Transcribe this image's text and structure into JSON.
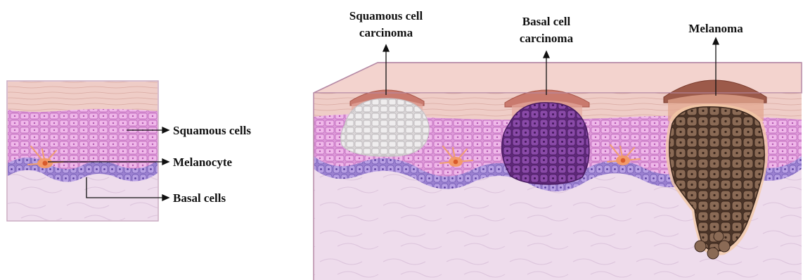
{
  "labels": {
    "squamous_cells": "Squamous cells",
    "melanocyte": "Melanocyte",
    "basal_cells": "Basal cells",
    "scc_line1": "Squamous cell",
    "scc_line2": "carcinoma",
    "bcc_line1": "Basal cell",
    "bcc_line2": "carcinoma",
    "melanoma": "Melanoma"
  },
  "colors": {
    "stratum_corneum": "#e8c3bd",
    "epidermis": "#d98fd6",
    "basal_layer": "#a98bd9",
    "dermis": "#eedcec",
    "scc_tumor": "#e6e3e4",
    "bcc_tumor": "#7a3c96",
    "melanoma_tumor": "#7b5a46",
    "melanocyte": "#ef8a5a",
    "tissue_border": "#b58aa6"
  },
  "icons": [
    "melanocyte-icon",
    "squamous-cell-icon",
    "basal-cell-icon",
    "tumor-cell-icon"
  ]
}
